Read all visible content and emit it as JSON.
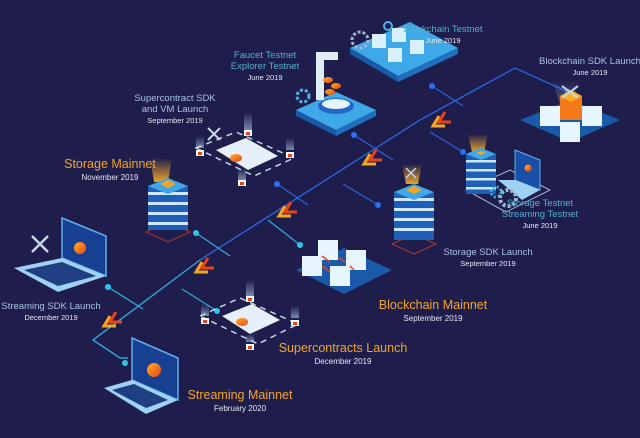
{
  "colors": {
    "background": "#1f1d4b",
    "timeline_line": "#2a62d8",
    "timeline_line_light": "#31a7d8",
    "node_dot": "#2a6ff0",
    "node_dot_light": "#2cc6e8",
    "arrow_orange": "#f4a622",
    "arrow_red": "#e8441c",
    "testnet_text": "#4fb3c9",
    "launch_text": "#a9c3e4",
    "mainnet_text": "#f4a622",
    "date_text": "#e6e9f2"
  },
  "milestones": [
    {
      "id": "blockchain-testnet",
      "title": "Blockchain Testnet",
      "date": "June 2019",
      "kind": "testnet",
      "icon": "blockchain-platform-icon"
    },
    {
      "id": "blockchain-sdk-launch",
      "title": "Blockchain SDK Launch",
      "date": "June 2019",
      "kind": "launch",
      "icon": "blockchain-cubes-tools-icon"
    },
    {
      "id": "faucet-explorer-testnet",
      "title_lines": [
        "Faucet Testnet",
        "Explorer Testnet"
      ],
      "date": "June 2019",
      "kind": "testnet",
      "icon": "faucet-coins-icon"
    },
    {
      "id": "supercontract-sdk-vm-launch",
      "title_lines": [
        "Supercontract SDK",
        "and VM Launch"
      ],
      "date": "September 2019",
      "kind": "launch",
      "icon": "supercontract-scroll-tools-icon"
    },
    {
      "id": "storage-mainnet",
      "title": "Storage Mainnet",
      "date": "November 2019",
      "kind": "mainnet",
      "icon": "server-stack-icon"
    },
    {
      "id": "storage-streaming-testnet",
      "title_lines": [
        "Storage Testnet",
        "Streaming Testnet"
      ],
      "date": "June 2019",
      "kind": "testnet",
      "icon": "server-laptop-gears-icon"
    },
    {
      "id": "storage-sdk-launch",
      "title": "Storage SDK Launch",
      "date": "September 2019",
      "kind": "launch",
      "icon": "server-stack-tools-icon"
    },
    {
      "id": "streaming-sdk-launch",
      "title": "Streaming SDK Launch",
      "date": "December 2019",
      "kind": "launch",
      "icon": "laptop-tools-icon"
    },
    {
      "id": "blockchain-mainnet",
      "title": "Blockchain Mainnet",
      "date": "September 2019",
      "kind": "mainnet",
      "icon": "blockchain-cubes-icon"
    },
    {
      "id": "supercontracts-launch",
      "title": "Supercontracts Launch",
      "date": "December 2019",
      "kind": "mainnet",
      "icon": "supercontract-scroll-icon"
    },
    {
      "id": "streaming-mainnet",
      "title": "Streaming Mainnet",
      "date": "February 2020",
      "kind": "mainnet",
      "icon": "laptop-stream-icon"
    }
  ]
}
